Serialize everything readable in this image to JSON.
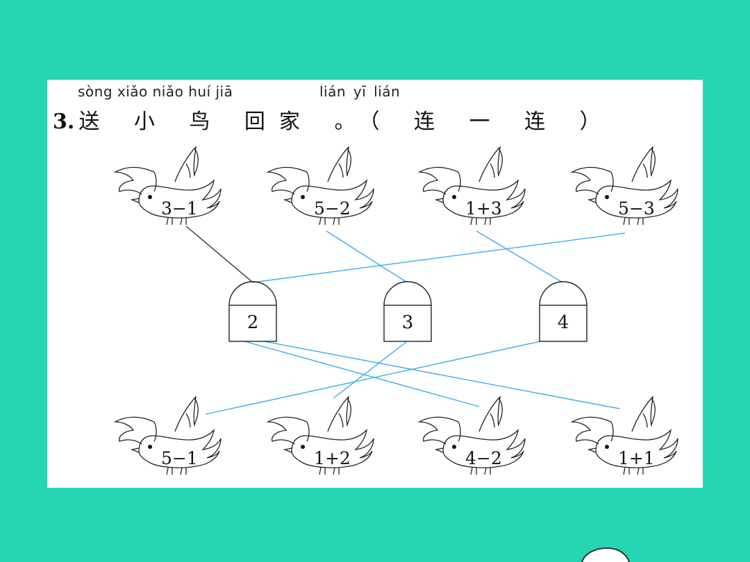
{
  "question": {
    "number": "3.",
    "text": "送 小 鸟 回家 。（ 连 一 连 ）",
    "pinyin_left": "sòng xiǎo niǎo huí jiā",
    "pinyin_right": "lián yī lián"
  },
  "top_birds": [
    "3−1",
    "5−2",
    "1+3",
    "5−3"
  ],
  "houses": [
    "2",
    "3",
    "4"
  ],
  "bottom_birds": [
    "5−1",
    "1+2",
    "4−2",
    "1+1"
  ],
  "colors": {
    "background": "#26d5b3",
    "line_black": "#333333",
    "line_blue": "#3aaee8"
  }
}
